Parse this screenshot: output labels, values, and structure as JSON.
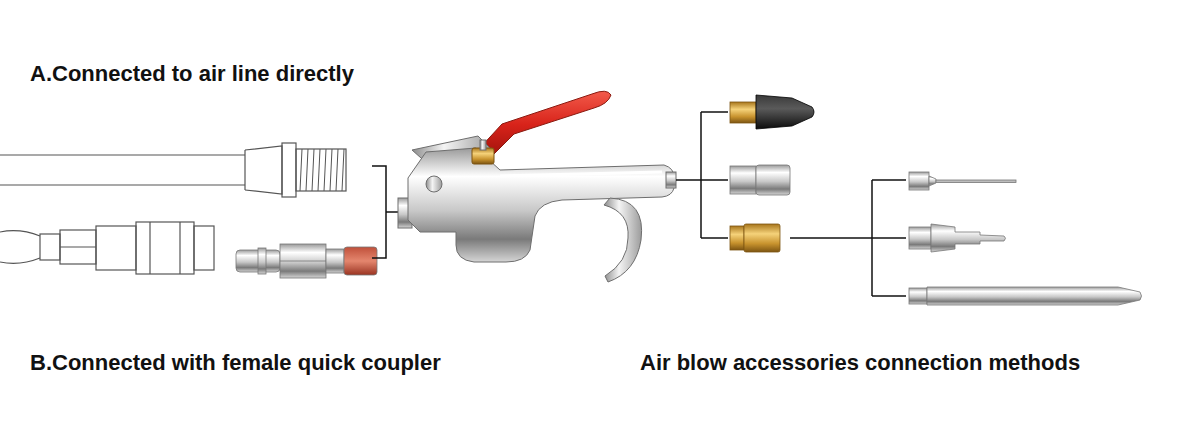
{
  "diagram": {
    "labels": [
      "A.Connected to air line directly",
      "B.Connected with female quick coupler",
      "Air blow accessories connection methods"
    ]
  }
}
